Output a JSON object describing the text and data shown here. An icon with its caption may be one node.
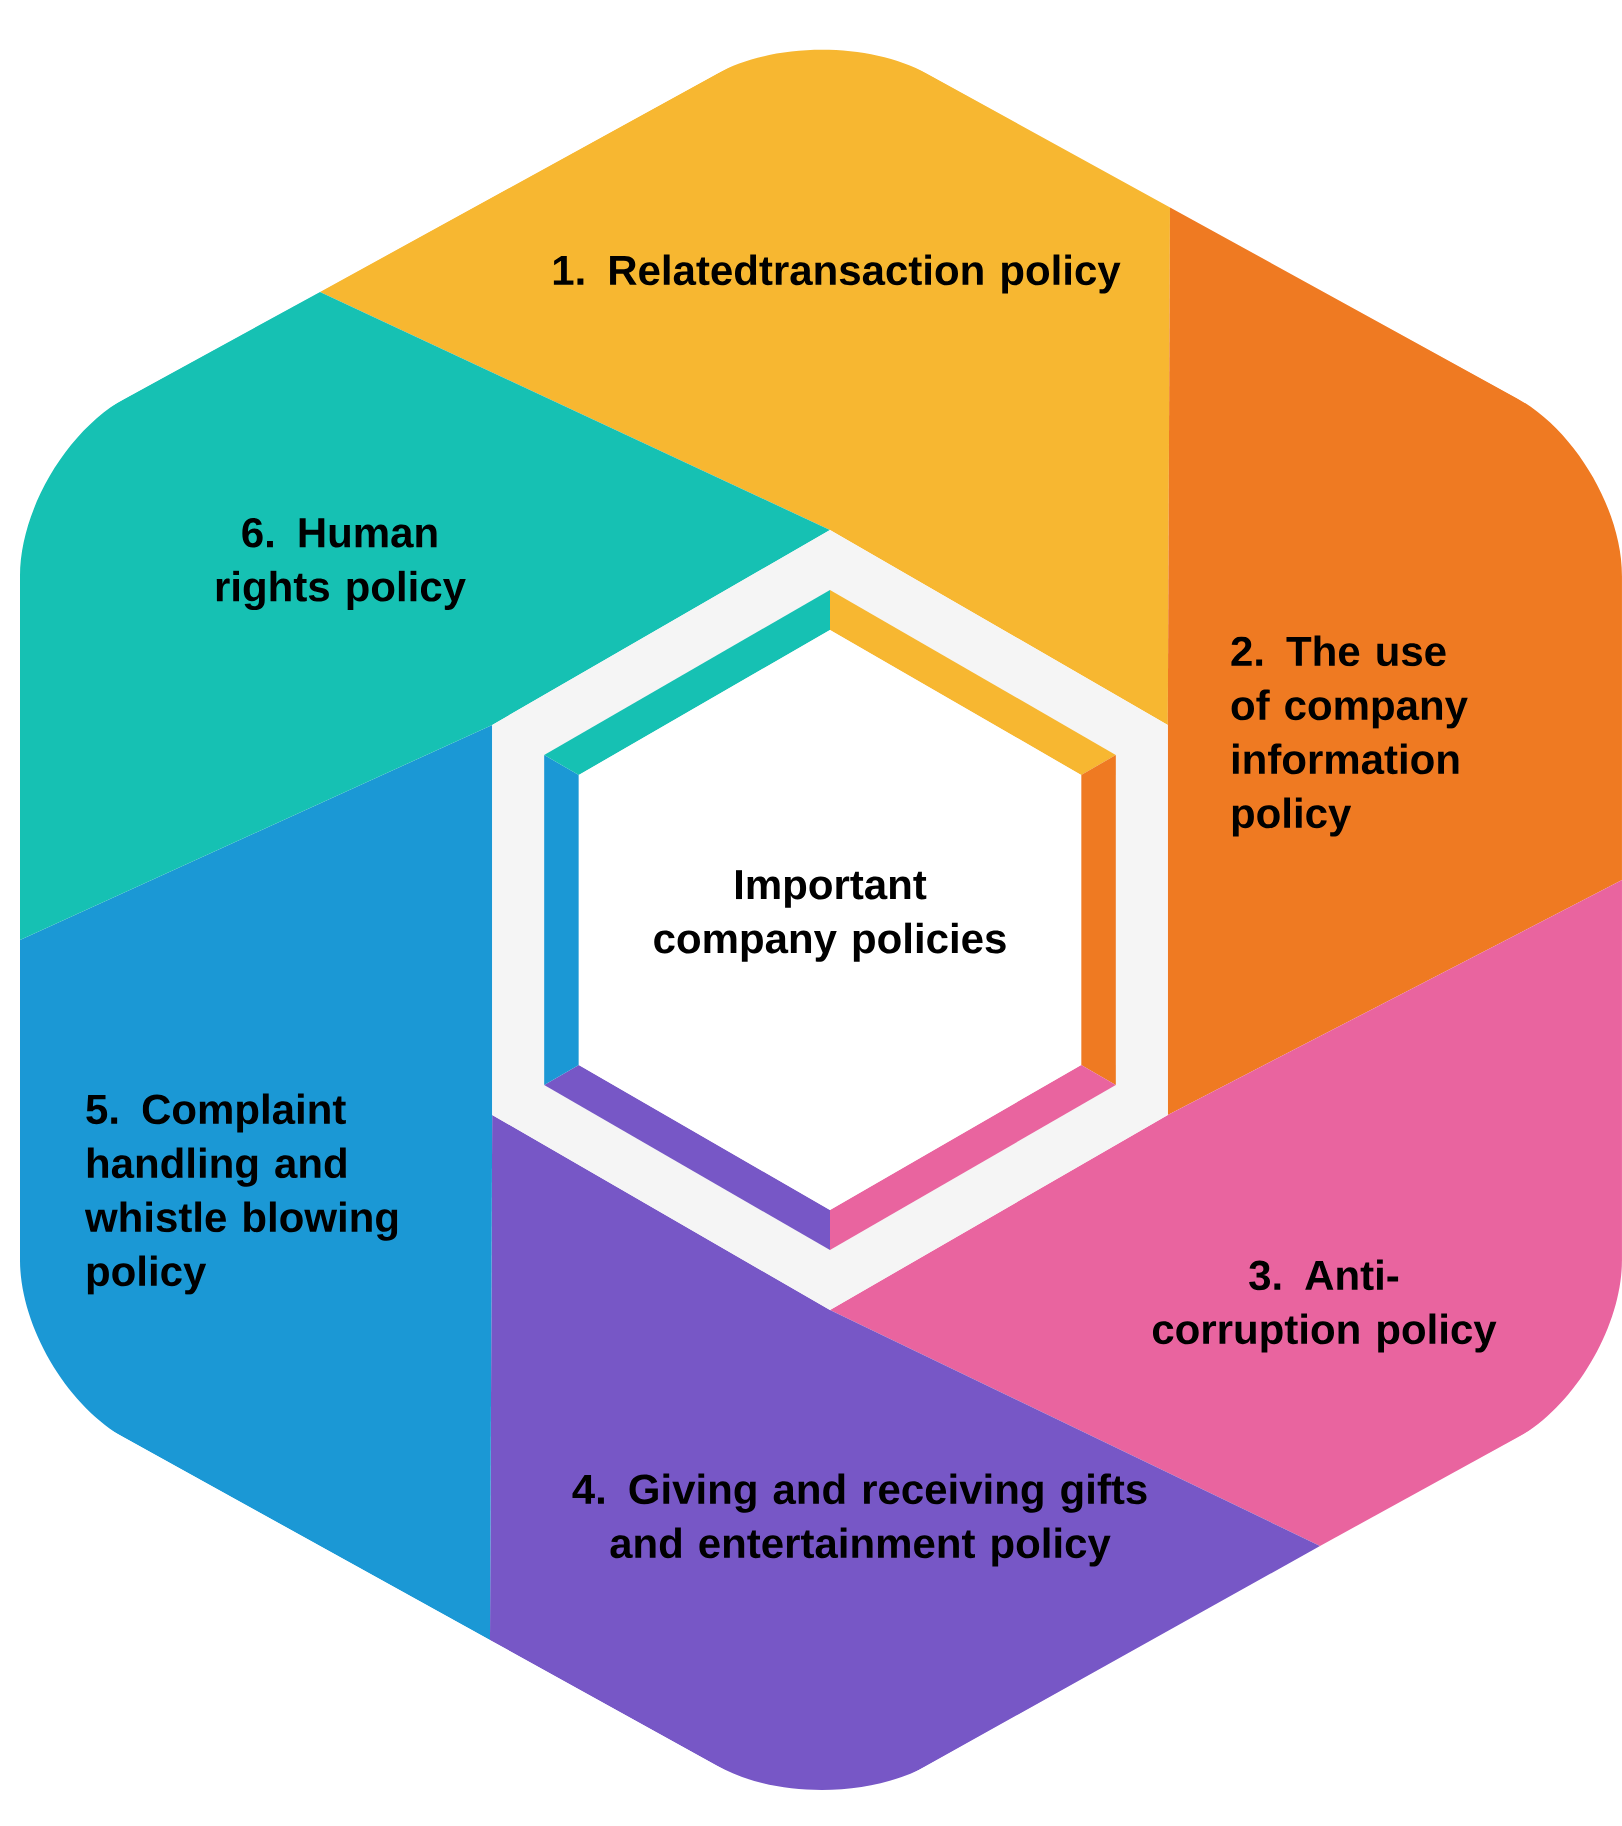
{
  "diagram": {
    "nodes": [
      {
        "text": [
          "Important company policies"
        ]
      },
      {
        "text": [
          "1. Relatedtransaction policy"
        ]
      },
      {
        "text": [
          "2. The use of company information policy"
        ]
      },
      {
        "text": [
          "3. Anti-corruption policy"
        ]
      },
      {
        "text": [
          "4. Giving and receiving gifts and entertainment policy"
        ]
      },
      {
        "text": [
          "5. Complaint handling and whistle blowing policy"
        ]
      },
      {
        "text": [
          "6. Human rights policy"
        ]
      }
    ]
  }
}
